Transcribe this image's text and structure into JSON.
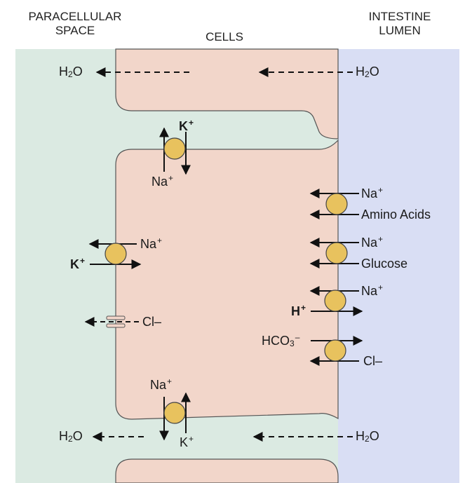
{
  "headers": {
    "paracellular_line1": "PARACELLULAR",
    "paracellular_line2": "SPACE",
    "cells": "CELLS",
    "intestine_line1": "INTESTINE",
    "intestine_line2": "LUMEN"
  },
  "labels": {
    "h2o_top_left": "H",
    "h2o_top_right": "H",
    "h2o_bottom_left": "H",
    "h2o_bottom_right": "H",
    "h2o_sub": "2",
    "h2o_tail": "O",
    "k_top": "K",
    "na_top": "Na",
    "na_left": "Na",
    "k_left": "K",
    "cl_left": "Cl",
    "na_bottom": "Na",
    "k_bottom": "K",
    "na_amino": "Na",
    "amino_acids": "Amino Acids",
    "na_glucose": "Na",
    "glucose": "Glucose",
    "na_h": "Na",
    "h_ion": "H",
    "hco3_base": "HCO",
    "hco3_sub": "3",
    "cl_right": "Cl",
    "plus": "+",
    "minus": "–"
  },
  "colors": {
    "paracellular": "#dbeae2",
    "lumen": "#d9def4",
    "cell": "#f2d6ca",
    "transporter": "#e8c25e"
  }
}
